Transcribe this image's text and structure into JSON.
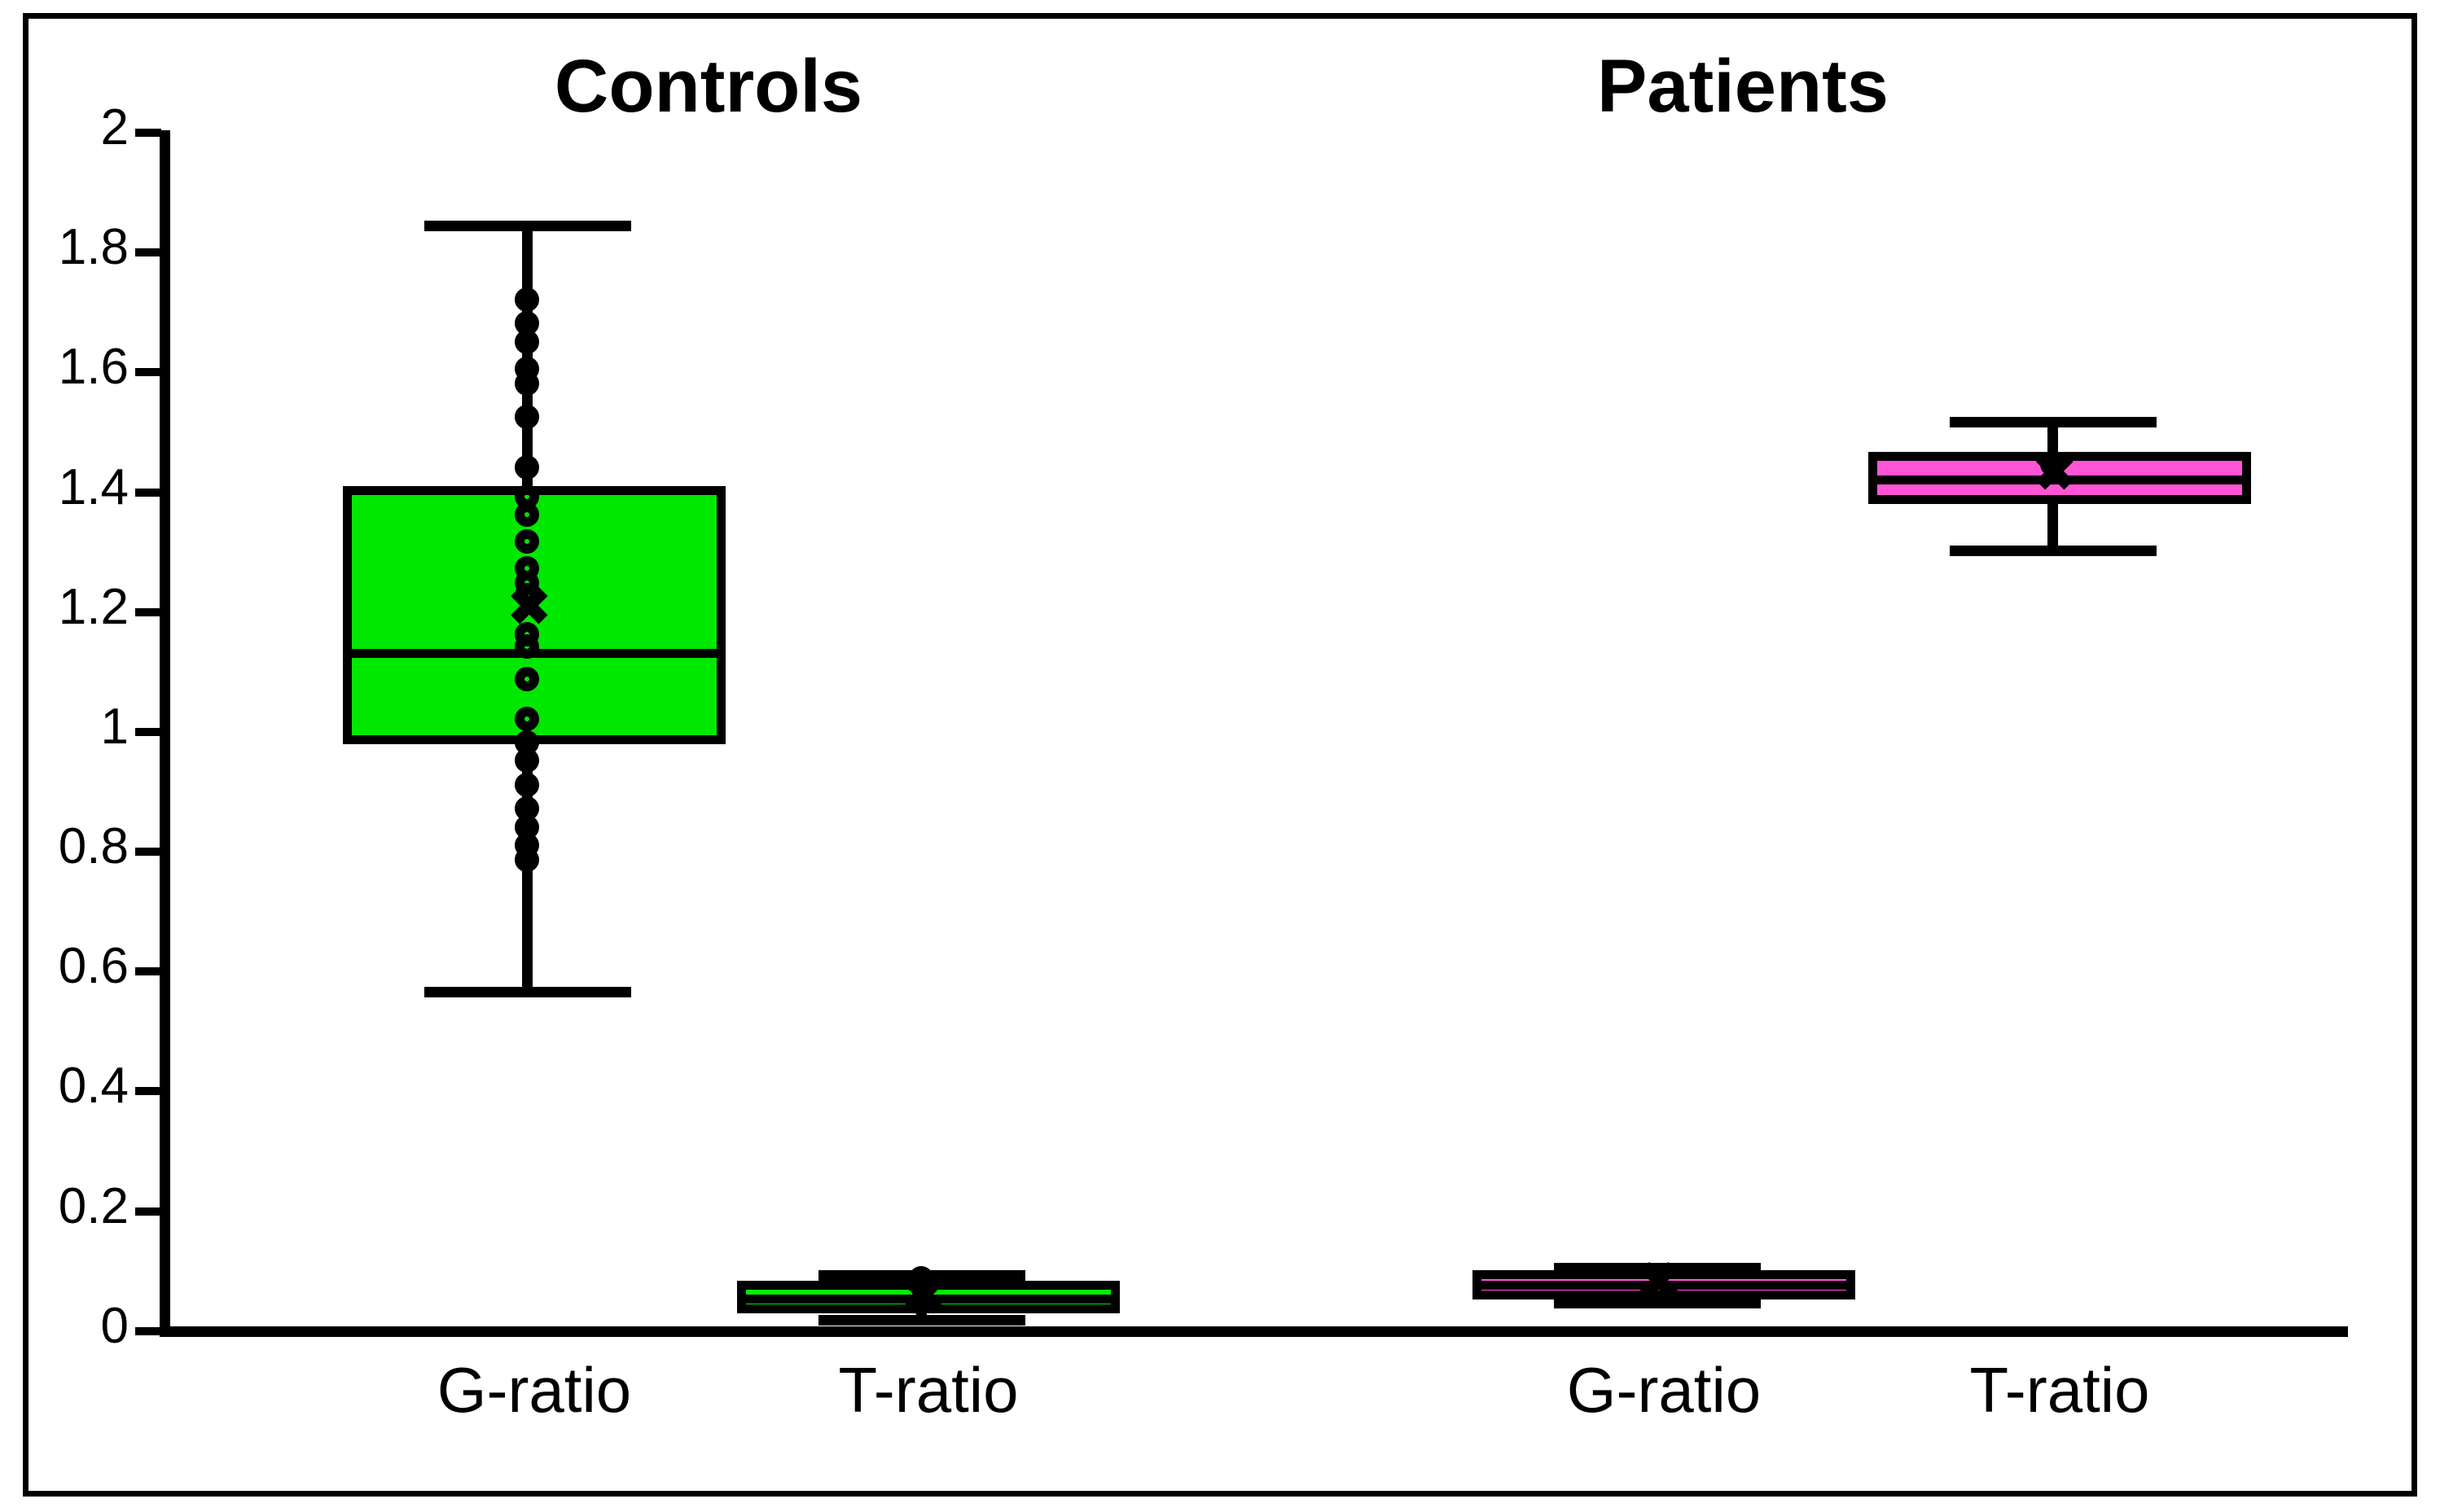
{
  "chart_data": {
    "type": "box",
    "title": "",
    "xlabel": "",
    "ylabel": "",
    "ylim": [
      0,
      2
    ],
    "grid": false,
    "legend": "none",
    "yticks": [
      "2",
      "1.8",
      "1.6",
      "1.4",
      "1.2",
      "1",
      "0.8",
      "0.6",
      "0.4",
      "0.2",
      "0"
    ],
    "ytick_values": [
      2,
      1.8,
      1.6,
      1.4,
      1.2,
      1,
      0.8,
      0.6,
      0.4,
      0.2,
      0
    ],
    "groups": [
      {
        "name": "Controls",
        "color": "#00e800",
        "boxes": [
          {
            "category": "G-ratio",
            "color": "#00e800",
            "min": 0.575,
            "q1": 0.98,
            "median": 1.135,
            "q3": 1.41,
            "max": 1.845,
            "mean": 1.21,
            "points": [
              1.705,
              1.665,
              1.635,
              1.59,
              1.565,
              1.51,
              1.425,
              1.375,
              1.345,
              1.3,
              1.255,
              1.23,
              1.21,
              1.145,
              1.125,
              1.07,
              1.005,
              0.965,
              0.935,
              0.895,
              0.855,
              0.825,
              0.795,
              0.77
            ]
          },
          {
            "category": "T-ratio",
            "color": "#00e800",
            "min": 0.018,
            "q1": 0.038,
            "median": 0.052,
            "q3": 0.068,
            "max": 0.092,
            "mean": 0.053,
            "points": [
              0.072,
              0.032
            ]
          }
        ]
      },
      {
        "name": "Patients",
        "color": "#ff55d4",
        "boxes": [
          {
            "category": "G-ratio",
            "color": "#ff55d4",
            "min": 0.062,
            "q1": 0.074,
            "median": 0.086,
            "q3": 0.098,
            "max": 0.108,
            "mean": 0.086,
            "points": []
          },
          {
            "category": "T-ratio",
            "color": "#ff55d4",
            "min": 1.31,
            "q1": 1.415,
            "median": 1.442,
            "q3": 1.468,
            "max": 1.525,
            "mean": 1.442,
            "points": [
              1.44
            ]
          }
        ]
      }
    ]
  },
  "titles": {
    "controls": "Controls",
    "patients": "Patients"
  },
  "xlabels": {
    "controls_g": "G-ratio",
    "controls_t": "T-ratio",
    "patients_g": "G-ratio",
    "patients_t": "T-ratio"
  },
  "mean_marker": "✖",
  "colors": {
    "controls_fill": "#00e800",
    "patients_fill": "#ff55d4",
    "stroke": "#000000",
    "background": "#ffffff"
  }
}
